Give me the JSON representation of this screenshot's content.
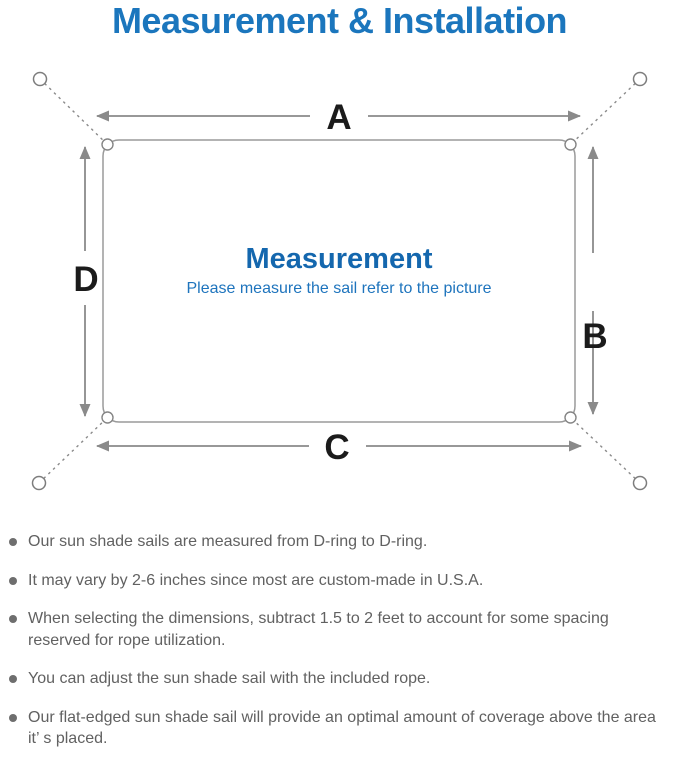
{
  "page": {
    "title": "Measurement & Installation"
  },
  "diagram": {
    "labels": {
      "top": "A",
      "right": "B",
      "bottom": "C",
      "left": "D"
    },
    "center_title": "Measurement",
    "center_subtitle": "Please measure the sail refer to the picture"
  },
  "notes": {
    "items": [
      "Our sun shade sails are measured from D-ring to D-ring.",
      "It may vary by 2-6 inches since most are custom-made in U.S.A.",
      "When selecting the dimensions, subtract 1.5 to 2 feet to account for some spacing reserved for rope utilization.",
      "You can adjust the sun shade sail with the included rope.",
      "Our flat-edged sun shade sail will provide an optimal amount of coverage above the area it’ s placed."
    ]
  },
  "colors": {
    "title_blue": "#1b76bd",
    "center_title_blue": "#1467ae",
    "center_subtitle_blue": "#1e74bd",
    "line_gray": "#8a8a8a",
    "outline_gray": "#9a9a9a",
    "label_black": "#1b1b1b",
    "note_text_gray": "#616161",
    "bullet_gray": "#6e6e6e"
  }
}
